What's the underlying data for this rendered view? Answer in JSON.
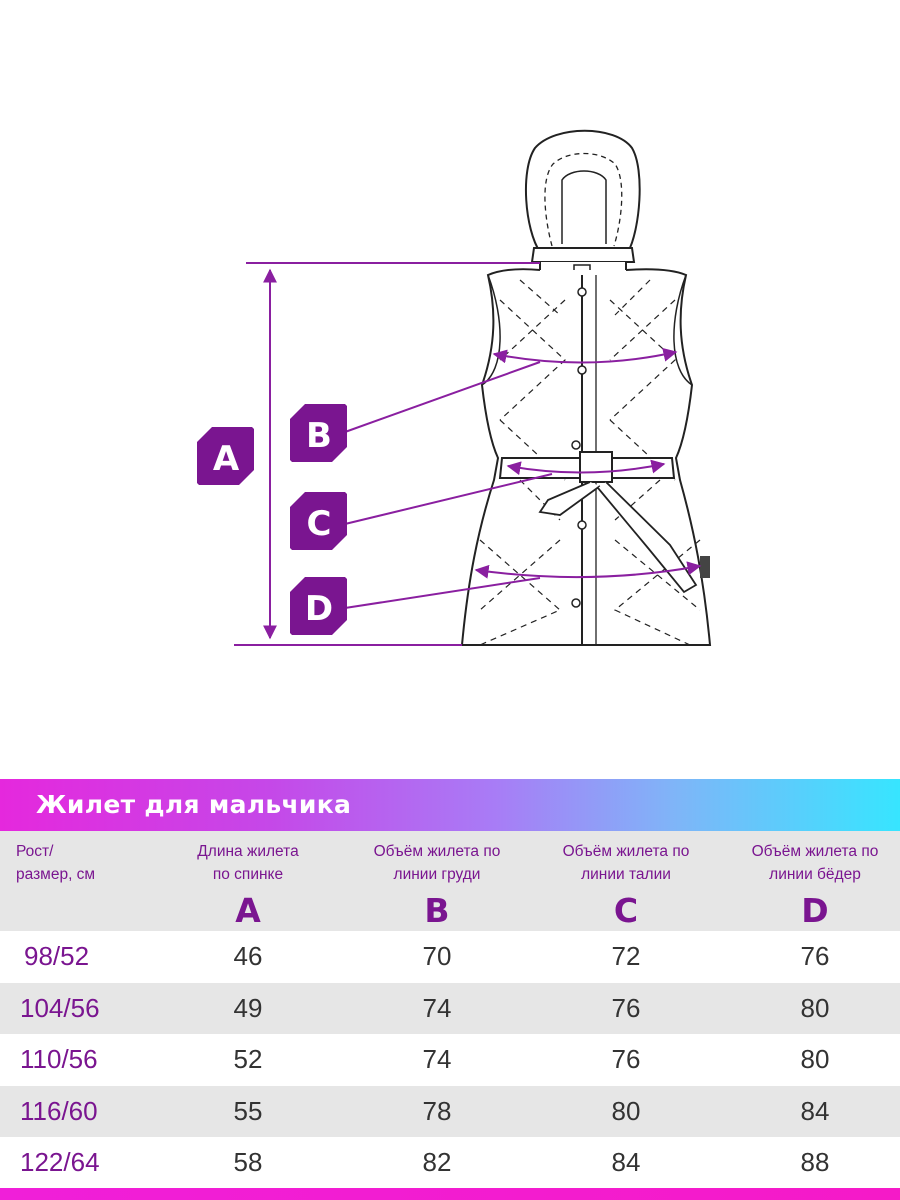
{
  "diagram": {
    "labels": {
      "a": "A",
      "b": "B",
      "c": "C",
      "d": "D"
    },
    "accent_color": "#7a1590",
    "line_color": "#8a1fa0"
  },
  "table": {
    "title": "Жилет для мальчика",
    "headers": [
      {
        "line1": "Рост/",
        "line2": "размер, см",
        "letter": ""
      },
      {
        "line1": "Длина жилета",
        "line2": "по спинке",
        "letter": "A"
      },
      {
        "line1": "Объём жилета по",
        "line2": "линии груди",
        "letter": "B"
      },
      {
        "line1": "Объём жилета по",
        "line2": "линии талии",
        "letter": "C"
      },
      {
        "line1": "Объём жилета по",
        "line2": "линии бёдер",
        "letter": "D"
      }
    ],
    "rows": [
      {
        "size": "98/52",
        "a": "46",
        "b": "70",
        "c": "72",
        "d": "76"
      },
      {
        "size": "104/56",
        "a": "49",
        "b": "74",
        "c": "76",
        "d": "80"
      },
      {
        "size": "110/56",
        "a": "52",
        "b": "74",
        "c": "76",
        "d": "80"
      },
      {
        "size": "116/60",
        "a": "55",
        "b": "78",
        "c": "80",
        "d": "84"
      },
      {
        "size": "122/64",
        "a": "58",
        "b": "82",
        "c": "84",
        "d": "88"
      }
    ],
    "colors": {
      "gradient_start": "#e528dd",
      "gradient_end": "#37e5ff",
      "header_bg": "#e6e6e6",
      "accent": "#7a1590",
      "value_text": "#333333"
    }
  }
}
